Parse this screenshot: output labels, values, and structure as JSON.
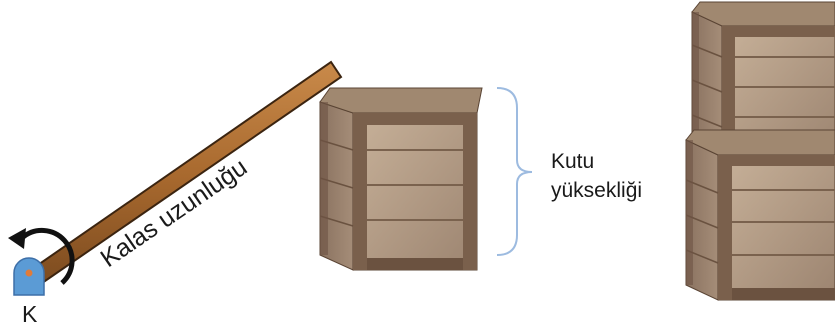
{
  "plank": {
    "label": "Kalas uzunluğu",
    "color": "#a0622c"
  },
  "pivot": {
    "label": "K",
    "color": "#5b9bd5",
    "dot_color": "#e07b39"
  },
  "box_height": {
    "label_line1": "Kutu",
    "label_line2": "yüksekliği",
    "brace_color": "#9dbbe0"
  },
  "crate": {
    "base_color": "#b59d84",
    "plank_color": "#9a8068",
    "frame_color": "#6e5444",
    "dark_color": "#4a3528"
  },
  "rotation_icon": "counterclockwise-arrow-icon"
}
